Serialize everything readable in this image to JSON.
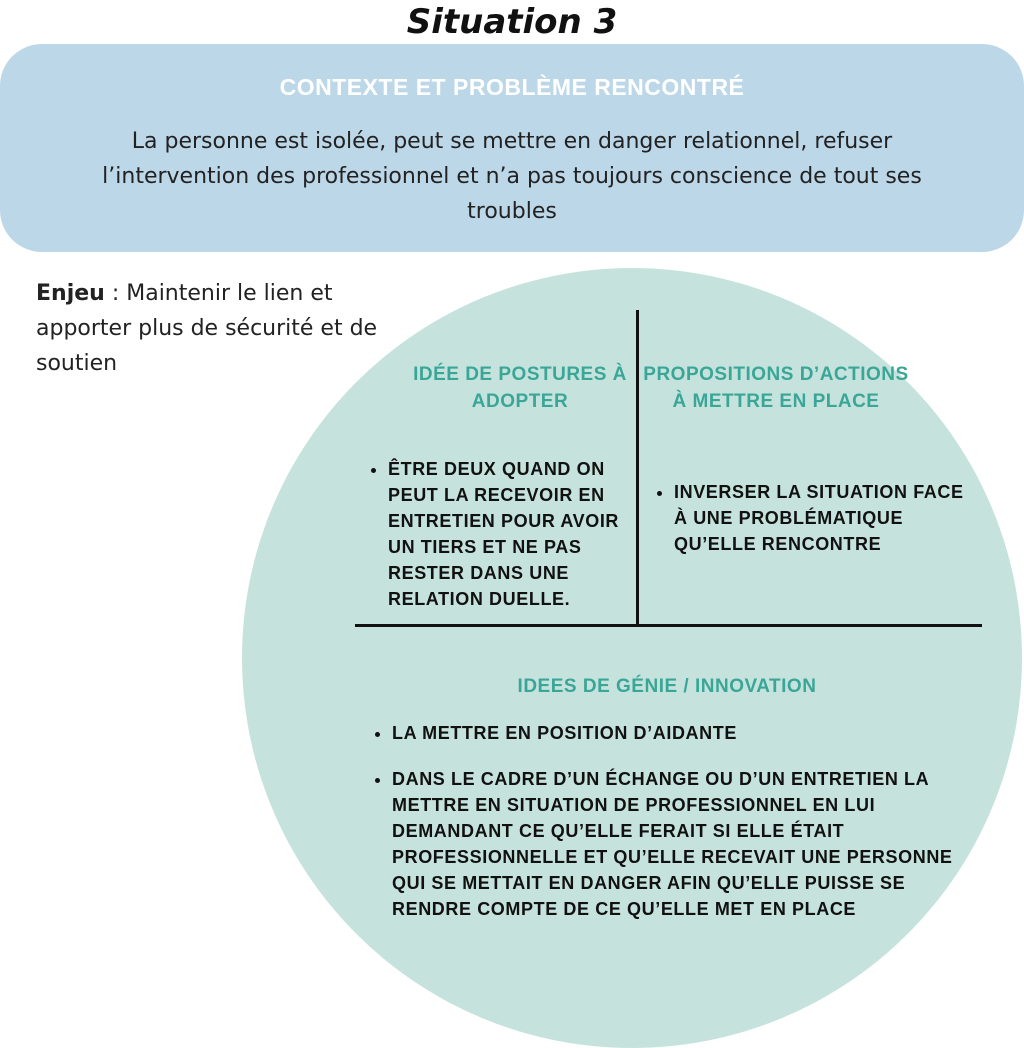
{
  "title": "Situation 3",
  "context": {
    "heading": "CONTEXTE ET PROBLÈME RENCONTRÉ",
    "body": "La personne est isolée, peut se mettre en danger relationnel, refuser l’intervention des professionnel et n’a pas toujours conscience de tout ses troubles"
  },
  "enjeu": {
    "label": "Enjeu",
    "text": " : Maintenir le lien et apporter plus de sécurité et de soutien"
  },
  "postures": {
    "heading": "IDÉE DE POSTURES À ADOPTER",
    "items": [
      "ÊTRE DEUX QUAND ON PEUT LA RECEVOIR EN ENTRETIEN POUR AVOIR UN TIERS ET NE PAS RESTER DANS UNE RELATION DUELLE."
    ]
  },
  "actions": {
    "heading": "PROPOSITIONS D’ACTIONS À METTRE EN PLACE",
    "items": [
      "INVERSER LA SITUATION FACE À UNE PROBLÉMATIQUE QU’ELLE RENCONTRE"
    ]
  },
  "innovation": {
    "heading": "IDEES DE GÉNIE / INNOVATION",
    "items": [
      "LA METTRE EN POSITION D’AIDANTE",
      "DANS LE CADRE D’UN ÉCHANGE OU D’UN ENTRETIEN LA METTRE EN SITUATION DE PROFESSIONNEL EN LUI DEMANDANT CE QU’ELLE FERAIT SI ELLE ÉTAIT PROFESSIONNELLE ET QU’ELLE RECEVAIT UNE PERSONNE QUI SE METTAIT EN DANGER AFIN QU’ELLE PUISSE SE RENDRE COMPTE DE CE QU’ELLE MET EN PLACE"
    ]
  },
  "colors": {
    "context_bg": "#bcd7e8",
    "circle_bg": "#c5e3dc",
    "accent": "#3aa697"
  }
}
